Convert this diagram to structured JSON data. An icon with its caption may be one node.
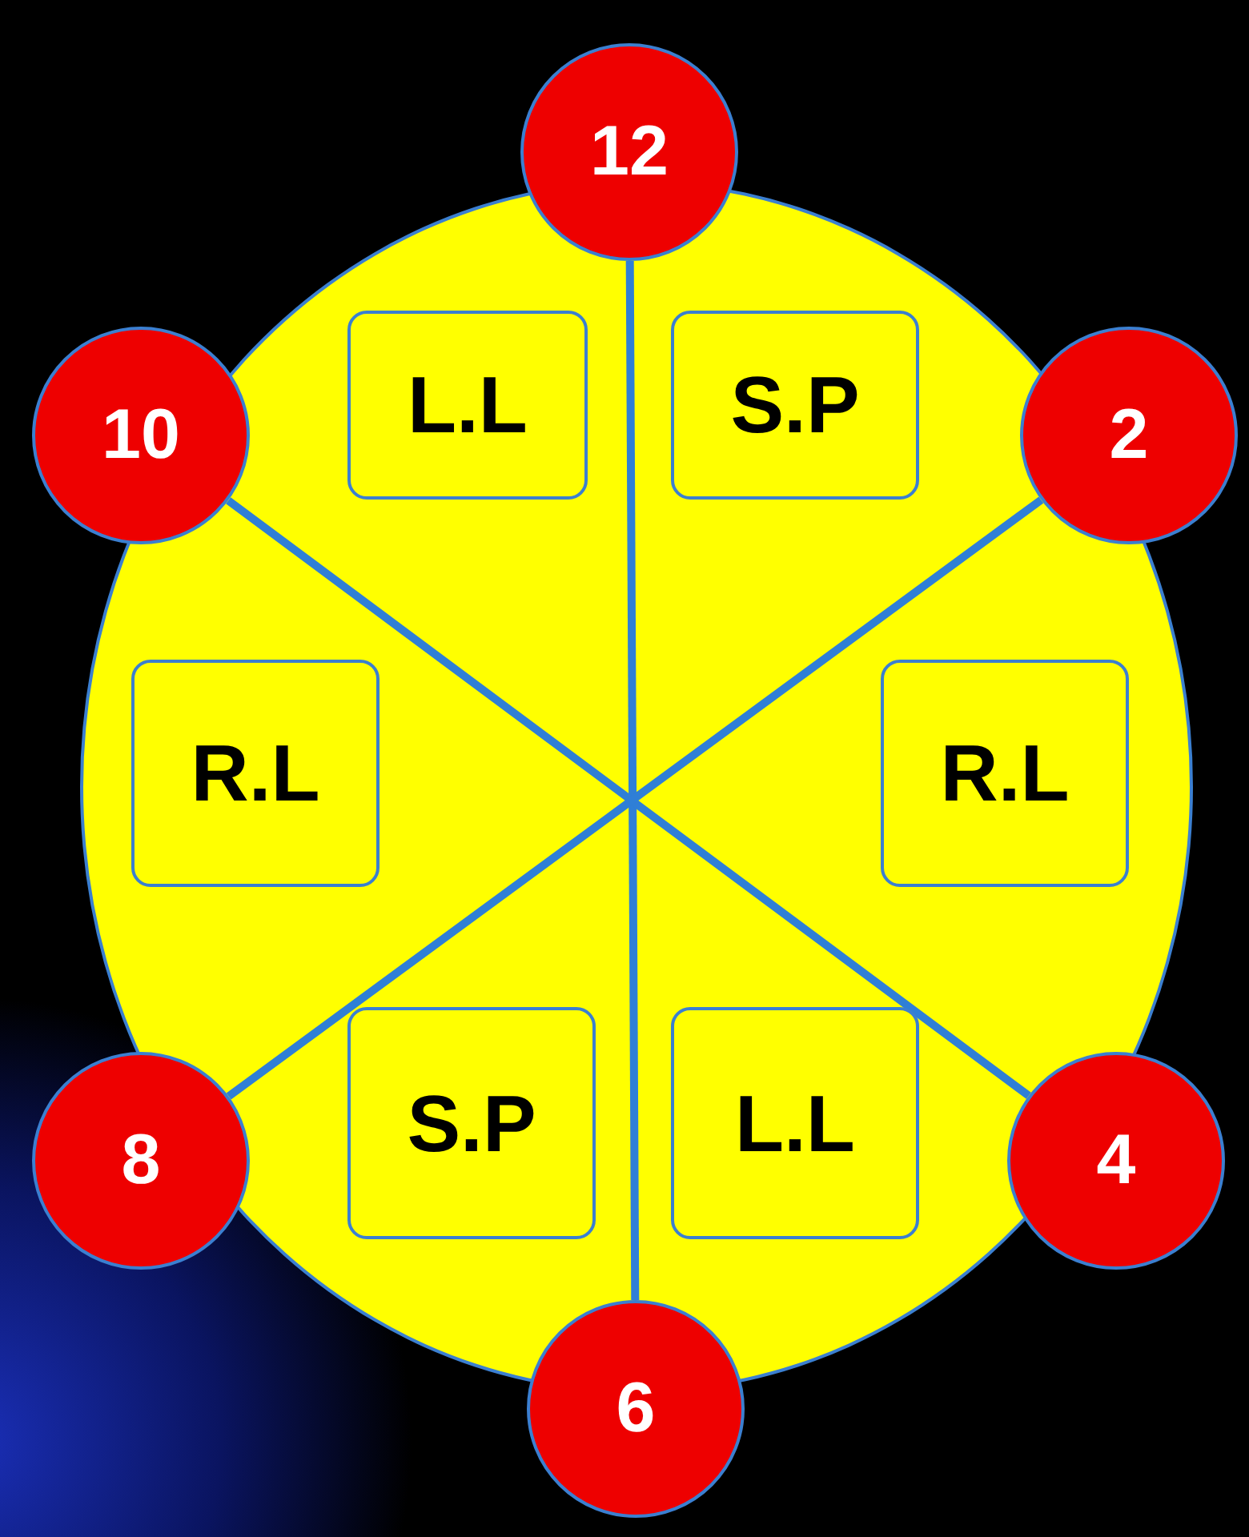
{
  "diagram": {
    "nodes": [
      {
        "text": [],
        "shape": "circle"
      },
      {
        "text": [
          "12"
        ]
      },
      {
        "text": [
          "10"
        ]
      },
      {
        "text": [
          "L.L"
        ],
        "in": 0
      },
      {
        "text": [
          "S.P"
        ],
        "in": 0
      },
      {
        "text": [
          "2"
        ]
      },
      {
        "text": [
          "R.L"
        ],
        "in": 0
      },
      {
        "text": [
          "R.L"
        ],
        "in": 0
      },
      {
        "text": [
          "8"
        ]
      },
      {
        "text": [
          "S.P"
        ],
        "in": 0
      },
      {
        "text": [
          "L.L"
        ],
        "in": 0
      },
      {
        "text": [
          "4"
        ]
      },
      {
        "text": [
          "6"
        ]
      }
    ],
    "edges": [
      {
        "from": 1,
        "to": 12,
        "arrow": "none"
      },
      {
        "from": 2,
        "to": 11,
        "arrow": "none"
      },
      {
        "from": 5,
        "to": 8,
        "arrow": "none"
      }
    ]
  }
}
